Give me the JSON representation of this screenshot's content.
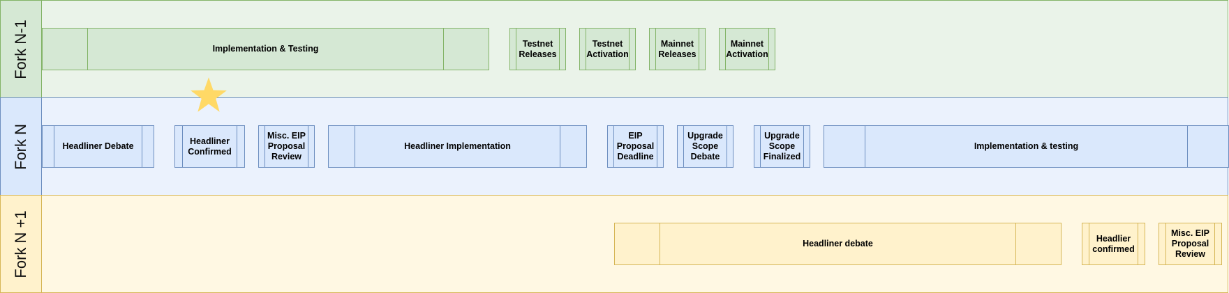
{
  "lanes": {
    "fork_n_minus_1": {
      "title": "Fork N-1"
    },
    "fork_n": {
      "title": "Fork N"
    },
    "fork_n_plus_1": {
      "title": "Fork N +1"
    }
  },
  "fork_n_minus_1": {
    "implementation_testing": "Implementation & Testing",
    "testnet_releases": "Testnet\nReleases",
    "testnet_activation": "Testnet\nActivation",
    "mainnet_releases": "Mainnet\nReleases",
    "mainnet_activation": "Mainnet\nActivation"
  },
  "fork_n": {
    "headliner_debate": "Headliner Debate",
    "headliner_confirmed": "Headliner\nConfirmed",
    "misc_eip_review": "Misc. EIP\nProposal\nReview",
    "headliner_implementation": "Headliner Implementation",
    "eip_proposal_deadline": "EIP\nProposal\nDeadline",
    "upgrade_scope_debate": "Upgrade\nScope\nDebate",
    "upgrade_scope_finalized": "Upgrade\nScope\nFinalized",
    "implementation_testing": "Implementation & testing"
  },
  "fork_n_plus_1": {
    "headliner_debate": "Headliner debate",
    "headliner_confirmed": "Headlier\nconfirmed",
    "misc_eip_review": "Misc. EIP\nProposal\nReview"
  },
  "colors": {
    "green_fill": "#d5e8d4",
    "green_stroke": "#82b366",
    "blue_fill": "#dae8fc",
    "blue_stroke": "#6c8ebf",
    "yellow_fill": "#fff2cc",
    "yellow_stroke": "#d6b656",
    "star": "#ffd966"
  },
  "icons": {
    "milestone": "star-icon"
  }
}
